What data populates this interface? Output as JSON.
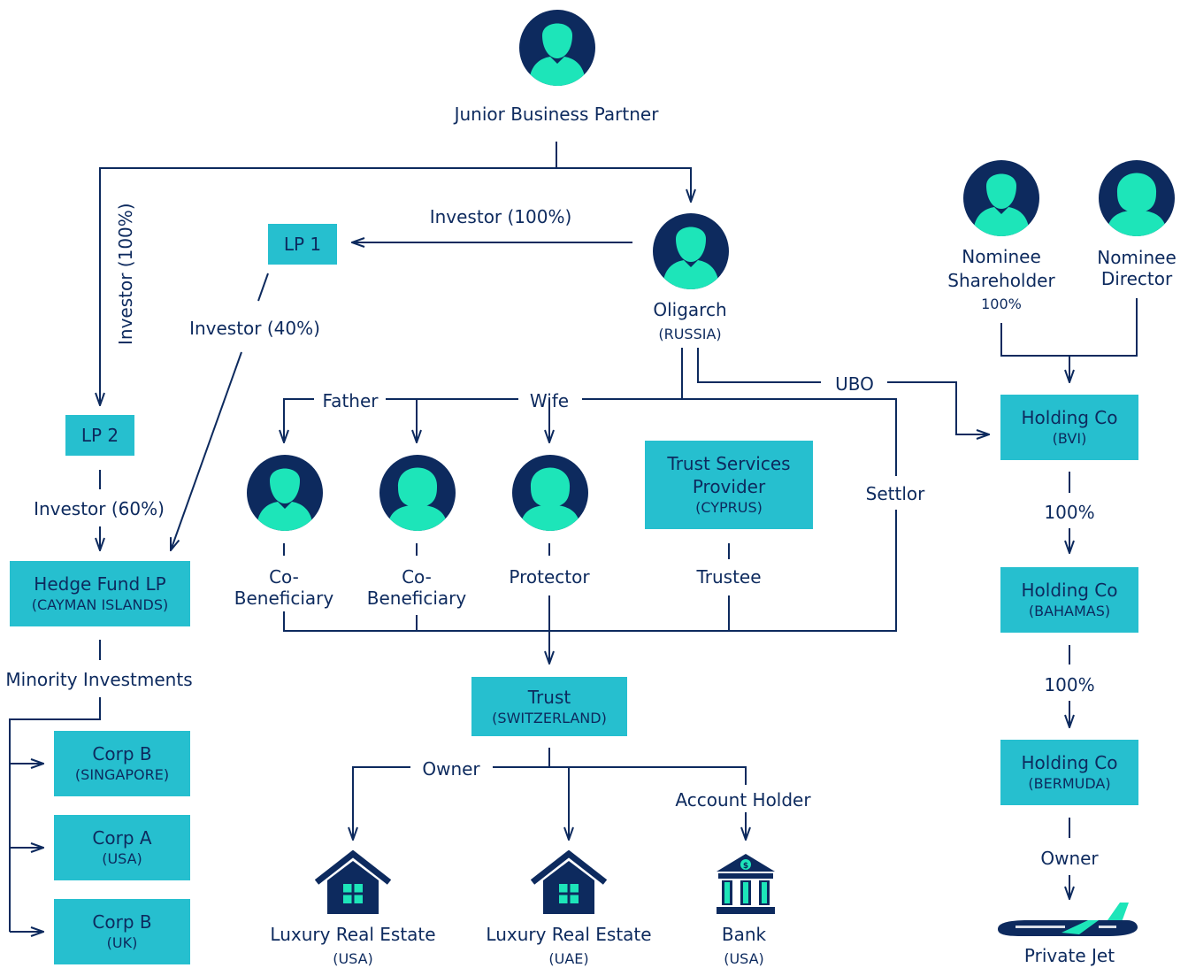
{
  "colors": {
    "navy": "#0d2a5e",
    "teal": "#26bfcf",
    "mint": "#1de5b9",
    "white": "#ffffff"
  },
  "people": {
    "junior_partner": {
      "label": "Junior Business Partner",
      "icon": "person-male-icon"
    },
    "oligarch": {
      "label": "Oligarch",
      "sub": "(RUSSIA)",
      "icon": "person-male-icon"
    },
    "nominee_shareholder": {
      "label": "Nominee Shareholder",
      "sub": "100%",
      "icon": "person-male-icon"
    },
    "nominee_director": {
      "label": "Nominee Director",
      "icon": "person-female-icon"
    },
    "co_beneficiary_1": {
      "label": "Co-Beneficiary",
      "icon": "person-male-icon"
    },
    "co_beneficiary_2": {
      "label": "Co-Beneficiary",
      "icon": "person-female-icon"
    },
    "protector": {
      "label": "Protector",
      "icon": "person-female-icon"
    }
  },
  "entities": {
    "lp1": {
      "title": "LP 1"
    },
    "lp2": {
      "title": "LP 2"
    },
    "hedge_fund": {
      "title": "Hedge Fund LP",
      "sub": "(CAYMAN ISLANDS)"
    },
    "trust_services": {
      "title": "Trust Services Provider",
      "sub": "(CYPRUS)"
    },
    "trust": {
      "title": "Trust",
      "sub": "(SWITZERLAND)"
    },
    "holding_bvi": {
      "title": "Holding Co",
      "sub": "(BVI)"
    },
    "holding_bahamas": {
      "title": "Holding Co",
      "sub": "(BAHAMAS)"
    },
    "holding_bermuda": {
      "title": "Holding Co",
      "sub": "(BERMUDA)"
    },
    "corp_b_sg": {
      "title": "Corp B",
      "sub": "(SINGAPORE)"
    },
    "corp_a_usa": {
      "title": "Corp A",
      "sub": "(USA)"
    },
    "corp_b_uk": {
      "title": "Corp B",
      "sub": "(UK)"
    }
  },
  "assets": {
    "real_estate_usa": {
      "label": "Luxury Real Estate",
      "sub": "(USA)",
      "icon": "house-icon"
    },
    "real_estate_uae": {
      "label": "Luxury Real Estate",
      "sub": "(UAE)",
      "icon": "house-icon"
    },
    "bank": {
      "label": "Bank",
      "sub": "(USA)",
      "icon": "bank-icon"
    },
    "jet": {
      "label": "Private Jet",
      "icon": "airplane-icon"
    }
  },
  "edges": {
    "investor_100_left": "Investor (100%)",
    "investor_100_top": "Investor (100%)",
    "investor_40": "Investor (40%)",
    "investor_60": "Investor (60%)",
    "minority": "Minority Investments",
    "father": "Father",
    "wife": "Wife",
    "ubo": "UBO",
    "settlor": "Settlor",
    "trustee": "Trustee",
    "owner_trust": "Owner",
    "account_holder": "Account Holder",
    "pct_100_a": "100%",
    "pct_100_b": "100%",
    "owner_jet": "Owner"
  }
}
